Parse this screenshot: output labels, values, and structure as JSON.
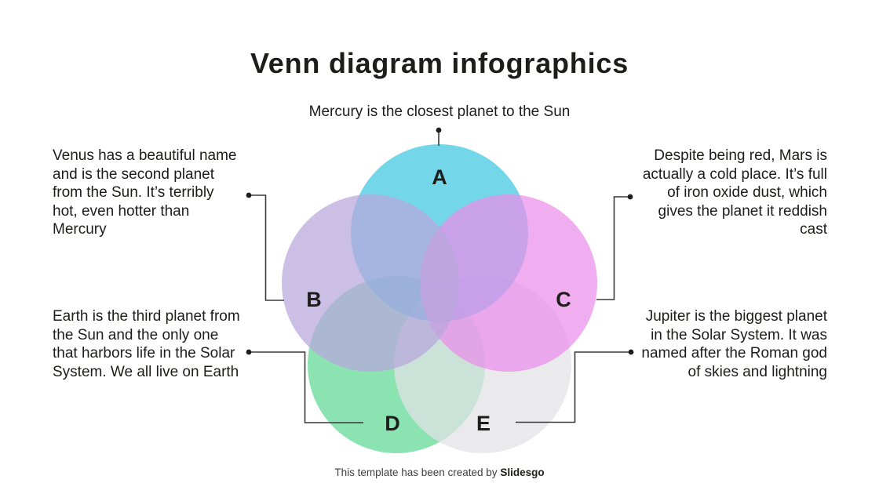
{
  "slide": {
    "title": "Venn diagram infographics",
    "footer_text": "This template has been created by",
    "footer_brand": "Slidesgo"
  },
  "colors": {
    "background": "#ffffff",
    "text": "#1d1d1b",
    "connector": "#3a3a3a"
  },
  "venn": {
    "sets": [
      {
        "label": "A",
        "color": "#3fc6e0"
      },
      {
        "label": "B",
        "color": "#b9a6dc"
      },
      {
        "label": "C",
        "color": "#ea8eea"
      },
      {
        "label": "D",
        "color": "#5fd894"
      },
      {
        "label": "E",
        "color": "#e2e2e4"
      }
    ]
  },
  "callouts": [
    {
      "set": "A",
      "text": "Mercury is the closest planet to the Sun"
    },
    {
      "set": "B",
      "text": "Venus has a beautiful name and is the second planet from the Sun. It’s terribly hot, even hotter than Mercury"
    },
    {
      "set": "C",
      "text": "Despite being red, Mars is actually a cold place. It’s full of iron oxide dust, which gives the planet it reddish cast"
    },
    {
      "set": "D",
      "text": "Earth is the third planet from the Sun and the only one that harbors life in the Solar System. We all live on Earth"
    },
    {
      "set": "E",
      "text": "Jupiter is the biggest planet in the Solar System. It was named after the Roman god of skies and lightning"
    }
  ]
}
